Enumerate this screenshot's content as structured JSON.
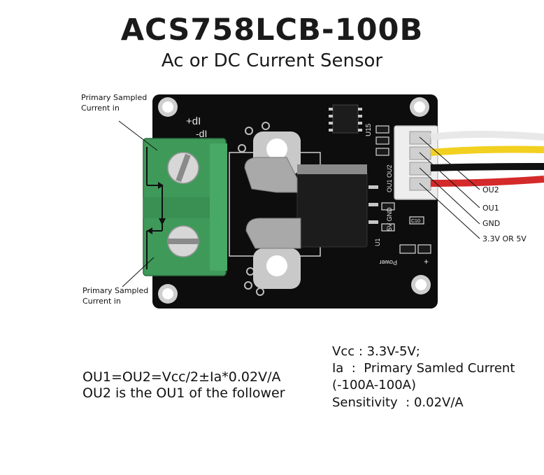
{
  "title": "ACS758LCB-100B",
  "subtitle": "Ac or DC Current Sensor",
  "primary_label_top": [
    "Primary Sampled",
    "Current in"
  ],
  "primary_label_bottom": [
    "Primary Sampled",
    "Current in"
  ],
  "pins": [
    "OU2",
    "OU1",
    "GND",
    "3.3V OR 5V"
  ],
  "silkscreen": {
    "plus_di": "+dI",
    "minus_di": "-dI",
    "ic_ref": "U15",
    "outputs": "OU1 OU2",
    "power_pins": "5V GND",
    "u1": "U1",
    "power": "Power",
    "plus": "+",
    "cap": "C10"
  },
  "formula": [
    "OU1=OU2=Vcc/2±Ia*0.02V/A",
    "OU2 is the OU1 of the follower"
  ],
  "specs": [
    "Vcc : 3.3V-5V;",
    "Ia  :  Primary Samled Current",
    "(-100A-100A)",
    "Sensitivity  : 0.02V/A"
  ],
  "colors": {
    "pcb": "#0d0d0d",
    "terminal": "#3f9a5a",
    "copper": "#b8b8b8",
    "wire_yellow": "#f2d020",
    "wire_red": "#d42a2a",
    "wire_white": "#efefef",
    "wire_black": "#111111"
  }
}
